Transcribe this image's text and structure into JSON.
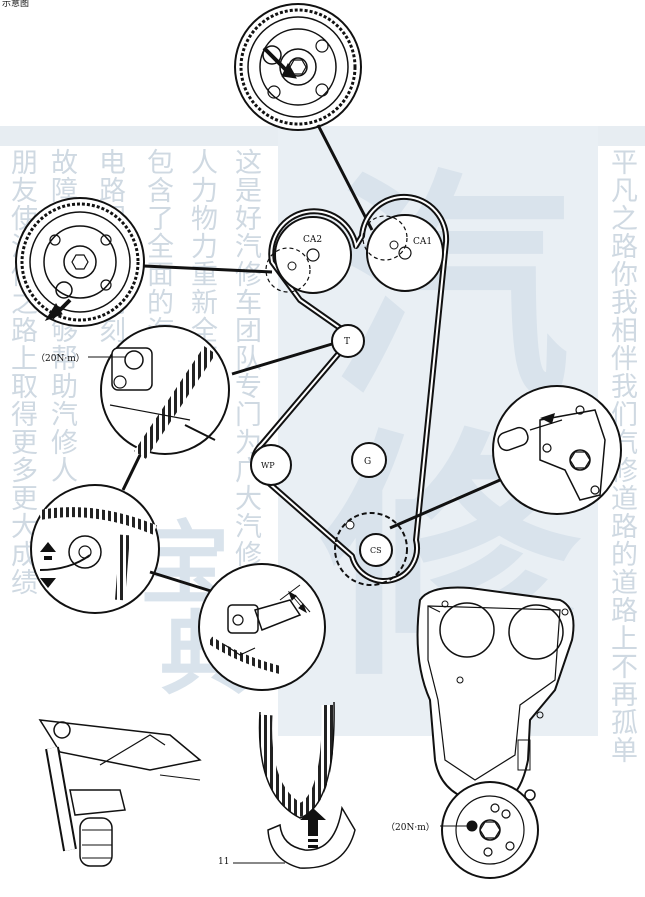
{
  "header": {
    "text": "示意图"
  },
  "pulleys": {
    "ca2": "CA2",
    "ca1": "CA1",
    "t": "T",
    "g": "G",
    "wp": "WP",
    "cs": "CS"
  },
  "torque_labels": [
    "（20N·m）",
    "（20N·m）"
  ],
  "part_number": "11",
  "watermark": {
    "columns": [
      "朋友使汽修之路上取得更多更大成绩",
      "故障的可能能够帮助汽修人",
      "电路图时时刻刻",
      "包含了全面的汽修",
      "人力物力重新全面汽修",
      "这是好汽修车团队专门为广大汽修",
      "平凡之路你我相伴我们汽修道路的道路上不再孤单"
    ],
    "big_chars": [
      "汽",
      "修",
      "宝",
      "典"
    ]
  },
  "colors": {
    "line": "#111111",
    "watermark": "#cfd9e2",
    "band": "#e7edf2"
  }
}
